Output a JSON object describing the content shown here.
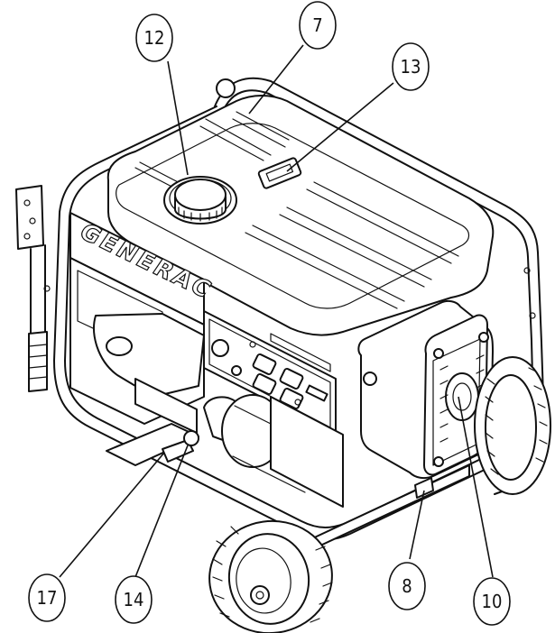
{
  "brand_text": "GENERAC",
  "callouts": [
    {
      "id": "c12",
      "label": "12"
    },
    {
      "id": "c7",
      "label": "7"
    },
    {
      "id": "c13",
      "label": "13"
    },
    {
      "id": "c17",
      "label": "17"
    },
    {
      "id": "c14",
      "label": "14"
    },
    {
      "id": "c8",
      "label": "8"
    },
    {
      "id": "c10",
      "label": "10"
    }
  ]
}
